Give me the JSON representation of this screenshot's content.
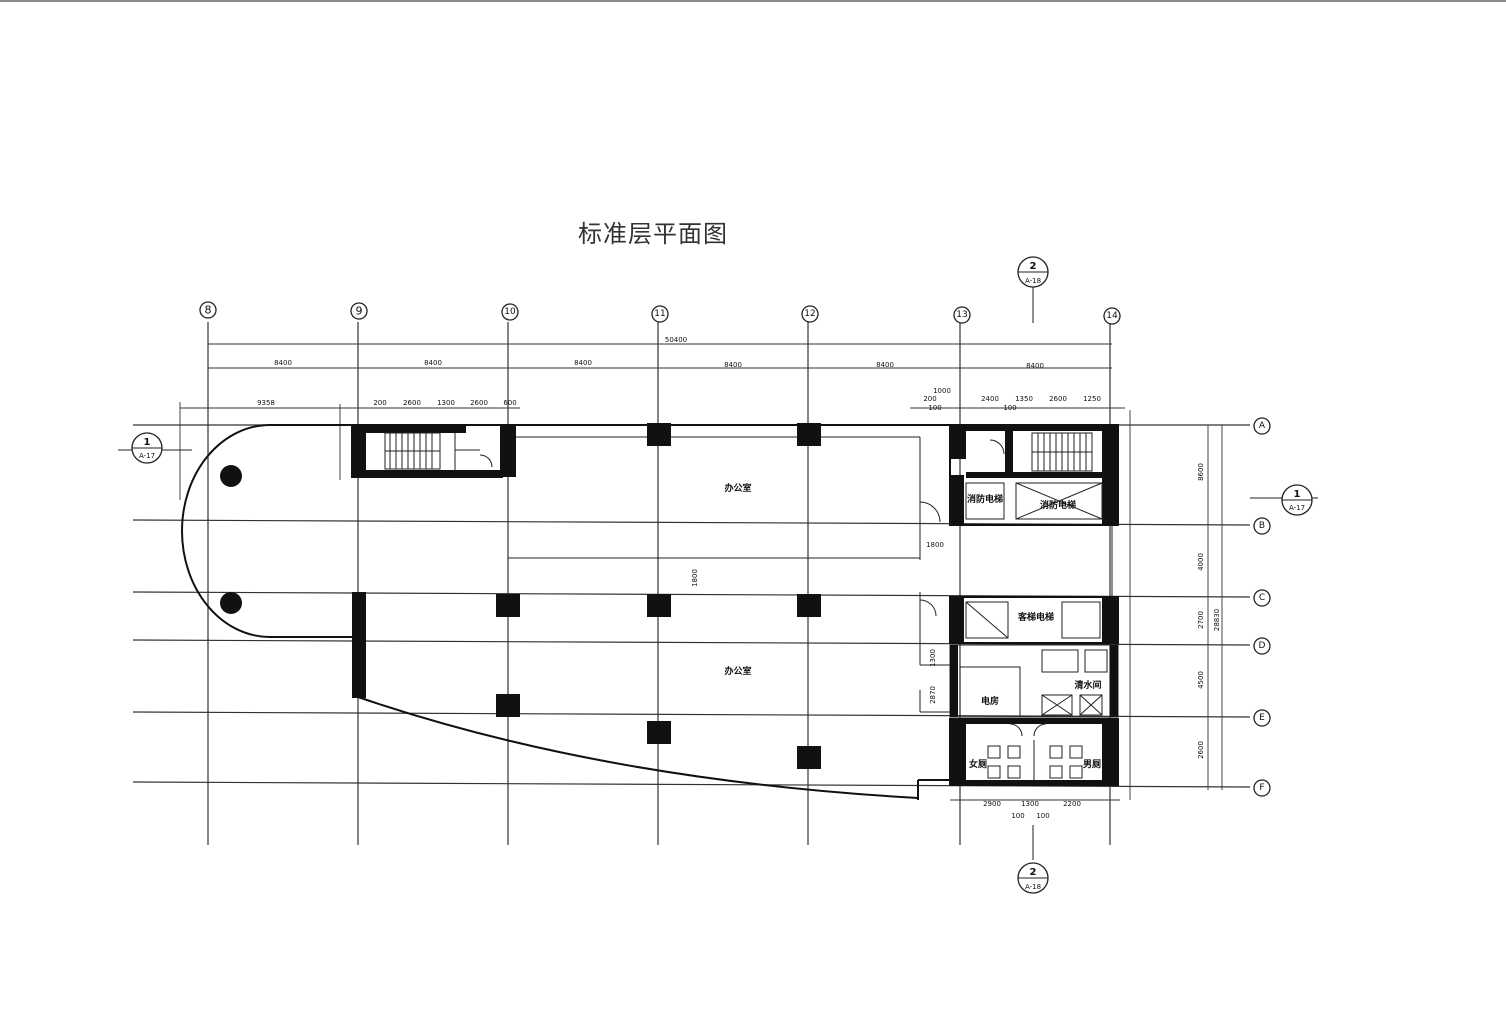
{
  "title": "标准层平面图",
  "axes_vertical": [
    "8",
    "9",
    "10",
    "11",
    "12",
    "13",
    "14"
  ],
  "axes_horizontal": [
    "A",
    "B",
    "C",
    "D",
    "E",
    "F"
  ],
  "dimensions_top": {
    "overall": "50400",
    "bays": [
      "8400",
      "8400",
      "8400",
      "8400",
      "8400",
      "8400"
    ],
    "left_offset": "9358",
    "stair_left": [
      "200",
      "2600",
      "1300",
      "2600",
      "600"
    ],
    "core_right": [
      "1000",
      "200",
      "2400",
      "1350",
      "2600",
      "1250",
      "100",
      "100"
    ]
  },
  "dimensions_right": [
    "8600",
    "4000",
    "2700",
    "4500",
    "2600",
    "28830"
  ],
  "dimensions_bottom": [
    "2900",
    "1300",
    "2200",
    "100",
    "100"
  ],
  "dimensions_interior": [
    "1800",
    "1800",
    "1300",
    "2870"
  ],
  "rooms": {
    "office_upper": "办公室",
    "office_lower": "办公室",
    "fire_elevator_left": "消防电梯",
    "fire_elevator_right": "消防电梯",
    "passenger_elevator": "客梯电梯",
    "electric_room": "电房",
    "water_room": "清水间",
    "women_wc": "女厕",
    "men_wc": "男厕"
  },
  "section_marks": {
    "left": {
      "num": "1",
      "sheet": "A-17"
    },
    "right": {
      "num": "1",
      "sheet": "A-17"
    },
    "top": {
      "num": "2",
      "sheet": "A-18"
    },
    "bottom": {
      "num": "2",
      "sheet": "A-18"
    }
  }
}
